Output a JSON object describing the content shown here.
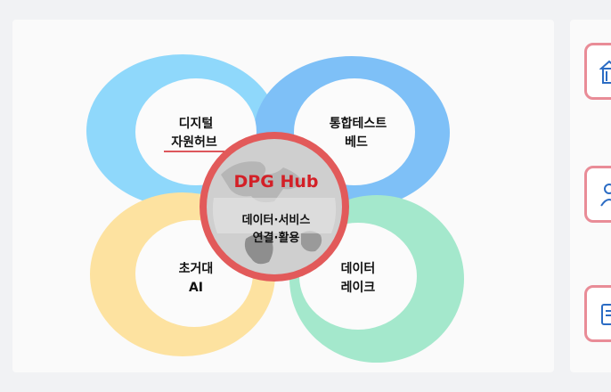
{
  "hub": {
    "title": "DPG Hub",
    "subtitle_line1": "데이터·서비스",
    "subtitle_line2": "연결·활용"
  },
  "nodes": [
    {
      "id": "top-left",
      "line1": "디지털",
      "line2": "자원허브",
      "color": "#8fd8fb"
    },
    {
      "id": "top-right",
      "line1": "통합테스트",
      "line2": "베드",
      "color": "#7ec0f7"
    },
    {
      "id": "bottom-left",
      "line1": "초거대",
      "line2": "AI",
      "color": "#fde2a0"
    },
    {
      "id": "bottom-right",
      "line1": "데이터",
      "line2": "레이크",
      "color": "#a4e8cc"
    }
  ],
  "side_icons": [
    {
      "name": "building-icon"
    },
    {
      "name": "people-icon"
    },
    {
      "name": "document-icon"
    }
  ],
  "colors": {
    "hub_ring": "#e25a5a",
    "hub_title": "#d32027",
    "side_icon_border": "#e98c97"
  }
}
